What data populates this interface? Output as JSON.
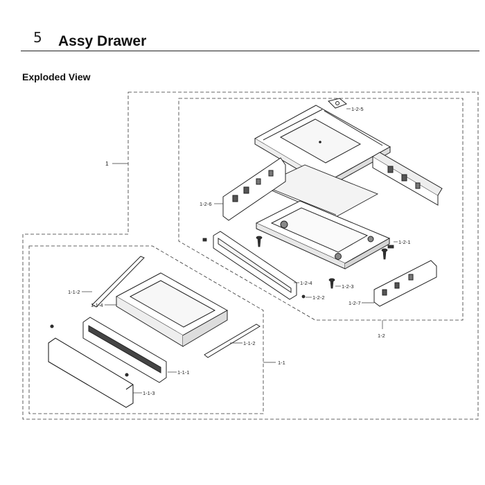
{
  "header": {
    "section_number": "5",
    "section_title": "Assy Drawer",
    "subheading": "Exploded View"
  },
  "diagram": {
    "callouts": {
      "c1": "1",
      "c1_1": "1-1",
      "c1_2": "1-2",
      "c1_1_1": "1-1-1",
      "c1_1_2a": "1-1-2",
      "c1_1_2b": "1-1-2",
      "c1_1_3": "1-1-3",
      "c1_1_4": "1-1-4",
      "c1_2_1": "1-2-1",
      "c1_2_2": "1-2-2",
      "c1_2_3": "1-2-3",
      "c1_2_4": "1-2-4",
      "c1_2_5": "1-2-5",
      "c1_2_6": "1-2-6",
      "c1_2_7": "1-2-7"
    }
  }
}
